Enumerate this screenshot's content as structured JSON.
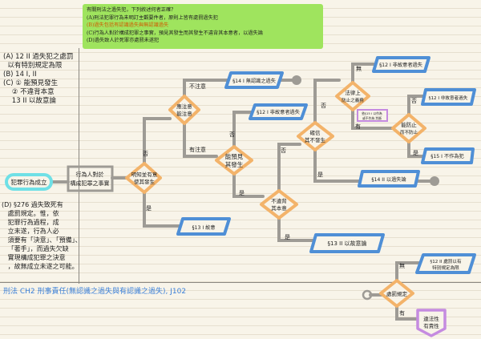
{
  "question": {
    "stem": "有關刑法之過失犯，下列敘述何者正確？",
    "options": [
      "(A)刑法犯罪行為未明訂主觀要件者，原則上皆有處罰過失犯",
      "(B)過失包括有認識過失與無認識過失",
      "(C)行為人對於構成犯罪之事實，預見其發生而其發生不違背其本意者，以過失論",
      "(D)過失致人於死罪亦處罰未遂犯"
    ]
  },
  "notes_top": "(A) 12 II 過失犯之處罰\n  以有特別規定為限\n(B) 14 I, II\n(C) ① 能預見發生\n    ② 不違背本意\n    13 II 以故意論",
  "notes_bottom": "(D) §276 過失致死有\n   處罰規定。惟，依\n   犯罪行為過程，成\n   立未遂，行為人必\n   須要有「決意」、「預備」、\n   「著手」，而過失欠缺\n   實現構成犯罪之決意\n   ，故無成立未遂之可能。",
  "footer": "刑法 CH2 刑事責任(無認識之過失與有認識之過失), J102",
  "nodes": {
    "start": "犯罪行為成立",
    "fact_1": "行為人對於",
    "fact_2": "構成犯罪之事實",
    "intent_1": "明知並有意",
    "intent_2": "使其發生",
    "care_1": "應注意",
    "care_2": "能注意",
    "p14i": "§14 I 無認識之過失",
    "foresee_1": "能預見",
    "foresee_2": "其發生",
    "p12a": "§12 I 非故意者過失",
    "notagainst_1": "不違背",
    "notagainst_2": "其本意",
    "p13ii": "§13 II 以故意論",
    "p13i": "§13 I 故意",
    "confident_1": "確信",
    "confident_2": "其不發生",
    "duty_1": "法律上",
    "duty_2": "防止之義務",
    "p12b": "§12 I 非故意者過失",
    "memo_1": "依§15 I 以作為",
    "memo_2": "或不作為 判斷",
    "prevent_1": "能防止",
    "prevent_2": "而不防止",
    "p12c": "§12 I 非故意者過失",
    "p15i": "§15 I 不作為犯",
    "p14ii": "§14 II 以過失論",
    "punish": "處罰規定",
    "p12ii_1": "§12 II 處罰以有",
    "p12ii_2": "特別規定為限",
    "next_1": "違法性",
    "next_2": "有責性"
  },
  "labels": {
    "no_care": "不注意",
    "has_care": "有注意",
    "no1": "否",
    "yes1": "是",
    "no2": "否",
    "yes2": "是",
    "no3": "否",
    "yes3": "是",
    "none1": "無",
    "has1": "有",
    "no4": "否",
    "yes4": "是",
    "none2": "無",
    "has2": "有"
  },
  "colors": {
    "question_bg": "#9fe45e",
    "decision": "#f3b36a",
    "result": "#4f8fd6",
    "start": "#6fe0e6",
    "memo": "#c58be0",
    "connector": "#9e9b95",
    "footer": "#3a7fd8"
  }
}
